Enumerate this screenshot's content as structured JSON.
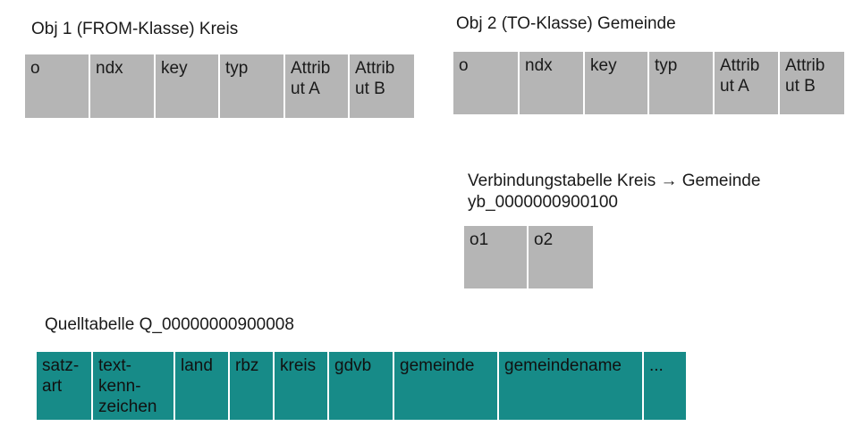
{
  "obj1": {
    "title": "Obj 1 (FROM-Klasse) Kreis",
    "columns": [
      "o",
      "ndx",
      "key",
      "typ",
      "Attrib\nut A",
      "Attrib\nut B"
    ]
  },
  "obj2": {
    "title": "Obj 2 (TO-Klasse) Gemeinde",
    "columns": [
      "o",
      "ndx",
      "key",
      "typ",
      "Attrib\nut A",
      "Attrib\nut B"
    ]
  },
  "link": {
    "title_line1": "Verbindungstabelle Kreis → Gemeinde",
    "title_line2": "yb_0000000900100",
    "columns": [
      "o1",
      "o2"
    ]
  },
  "source": {
    "title": "Quelltabelle Q_00000000900008",
    "columns": [
      "satz-\nart",
      "text-\nkenn-\nzeichen",
      "land",
      "rbz",
      "kreis",
      "gdvb",
      "gemeinde",
      "gemeindename",
      "..."
    ]
  }
}
